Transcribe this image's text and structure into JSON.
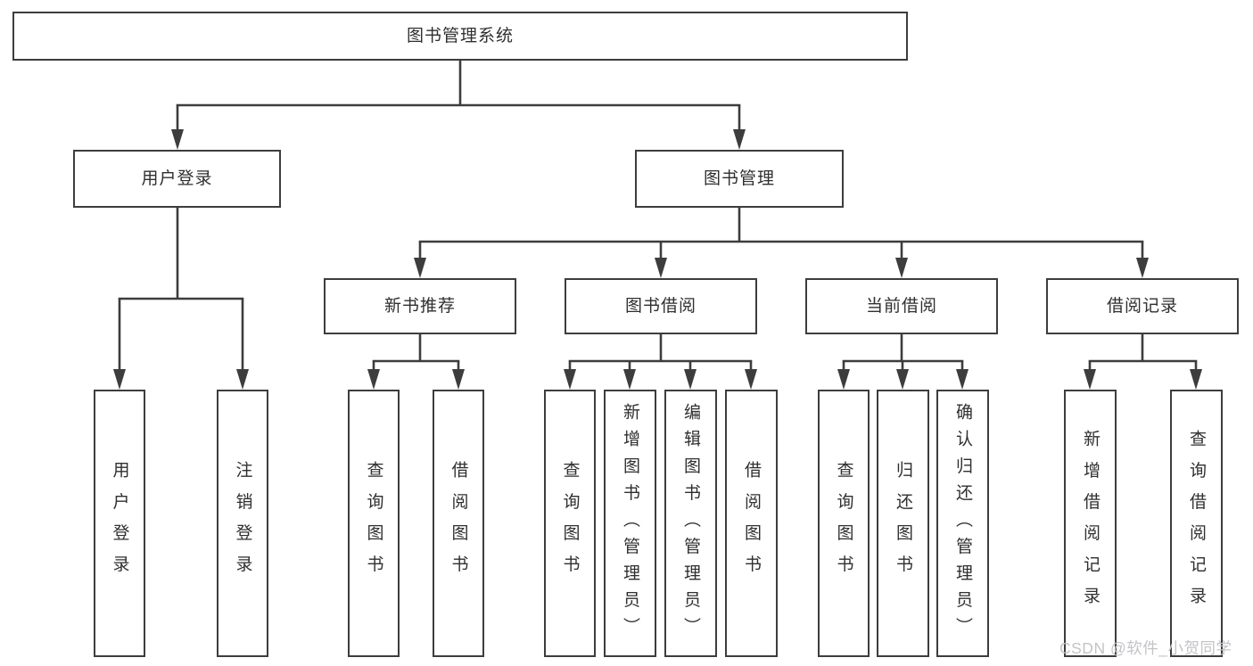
{
  "diagram_title": "图书管理系统",
  "root": {
    "label": "图书管理系统"
  },
  "level2": [
    {
      "label": "用户登录"
    },
    {
      "label": "图书管理"
    }
  ],
  "level3": [
    {
      "label": "新书推荐"
    },
    {
      "label": "图书借阅"
    },
    {
      "label": "当前借阅"
    },
    {
      "label": "借阅记录"
    }
  ],
  "leaf_groups": {
    "login": [
      "用户登录",
      "注销登录"
    ],
    "recommend": [
      "查询图书",
      "借阅图书"
    ],
    "borrow": [
      "查询图书",
      "新增图书（管理员）",
      "编辑图书（管理员）",
      "借阅图书"
    ],
    "current": [
      "查询图书",
      "归还图书",
      "确认归还（管理员）"
    ],
    "records": [
      "新增借阅记录",
      "查询借阅记录"
    ]
  },
  "watermark": "CSDN @软件_小贺同学",
  "colors": {
    "line": "#3d3d3d",
    "text": "#2f2f2f",
    "watermark": "#c4c4c8",
    "background": "#ffffff"
  }
}
